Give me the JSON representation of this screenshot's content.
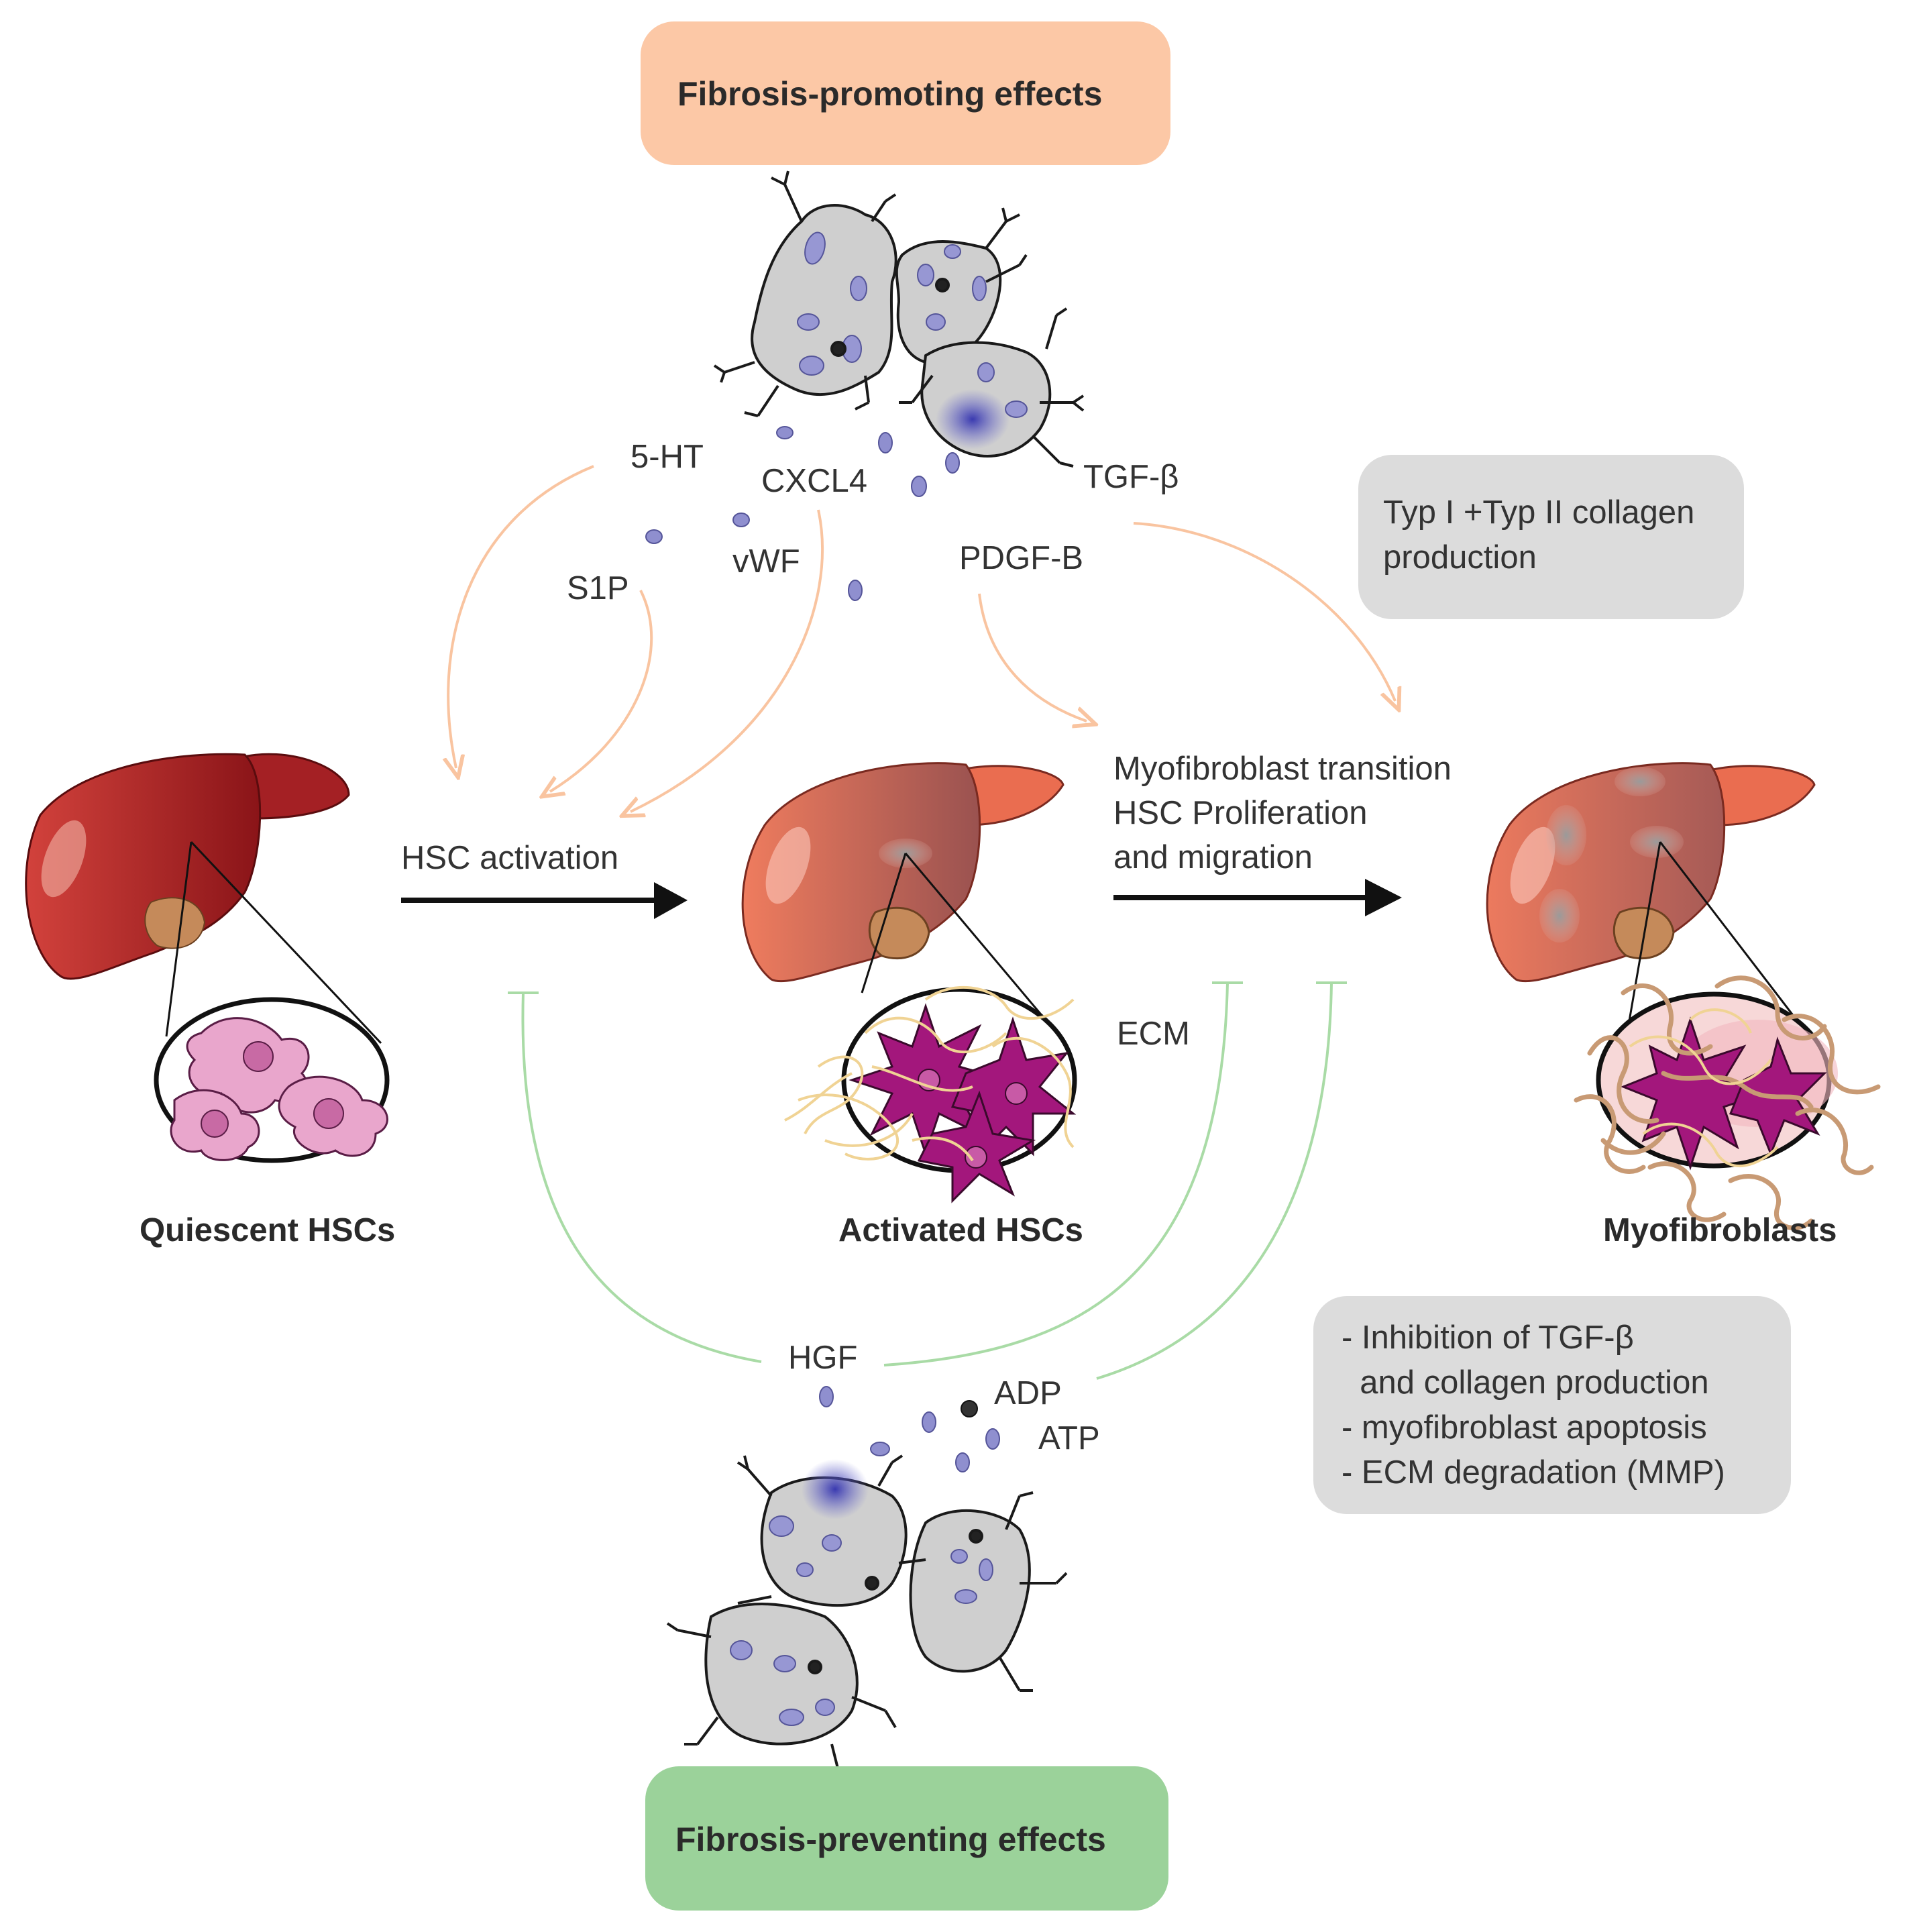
{
  "title_boxes": {
    "promoting": {
      "label": "Fibrosis-promoting effects",
      "color": "#fcc8a6"
    },
    "preventing": {
      "label": "Fibrosis-preventing effects",
      "color": "#9bd29a"
    }
  },
  "mediators_promoting": {
    "ht5": "5-HT",
    "cxcl4": "CXCL4",
    "tgfb": "TGF-β",
    "s1p": "S1P",
    "vwf": "vWF",
    "pdgfb": "PDGF-B"
  },
  "mediators_preventing": {
    "hgf": "HGF",
    "adp": "ADP",
    "atp": "ATP"
  },
  "transitions": {
    "activation": "HSC activation",
    "myofib_line1": "Myofibroblast transition",
    "myofib_line2": "HSC Proliferation",
    "myofib_line3": "and migration"
  },
  "stages": {
    "quiescent": "Quiescent HSCs",
    "activated": "Activated HSCs",
    "myofibroblasts": "Myofibroblasts",
    "ecm": "ECM"
  },
  "info_boxes": {
    "collagen": {
      "line1": "Typ I +Typ II collagen",
      "line2": "production"
    },
    "effects": {
      "line1": "- Inhibition of TGF-β",
      "line2": "  and collagen production",
      "line3": "- myofibroblast apoptosis",
      "line4": "- ECM degradation (MMP)"
    }
  },
  "colors": {
    "promote_arrow": "#f9c4a0",
    "inhibit_line": "#a9dba6",
    "liver_dark": "#9c1a1e",
    "liver_light": "#e86f55",
    "hsc_quiescent": "#e6a0c8",
    "hsc_activated": "#a0157a",
    "platelet_gray": "#c8c8c8",
    "granule": "#8a8acb",
    "info_box_gray": "#dcdcdc"
  }
}
